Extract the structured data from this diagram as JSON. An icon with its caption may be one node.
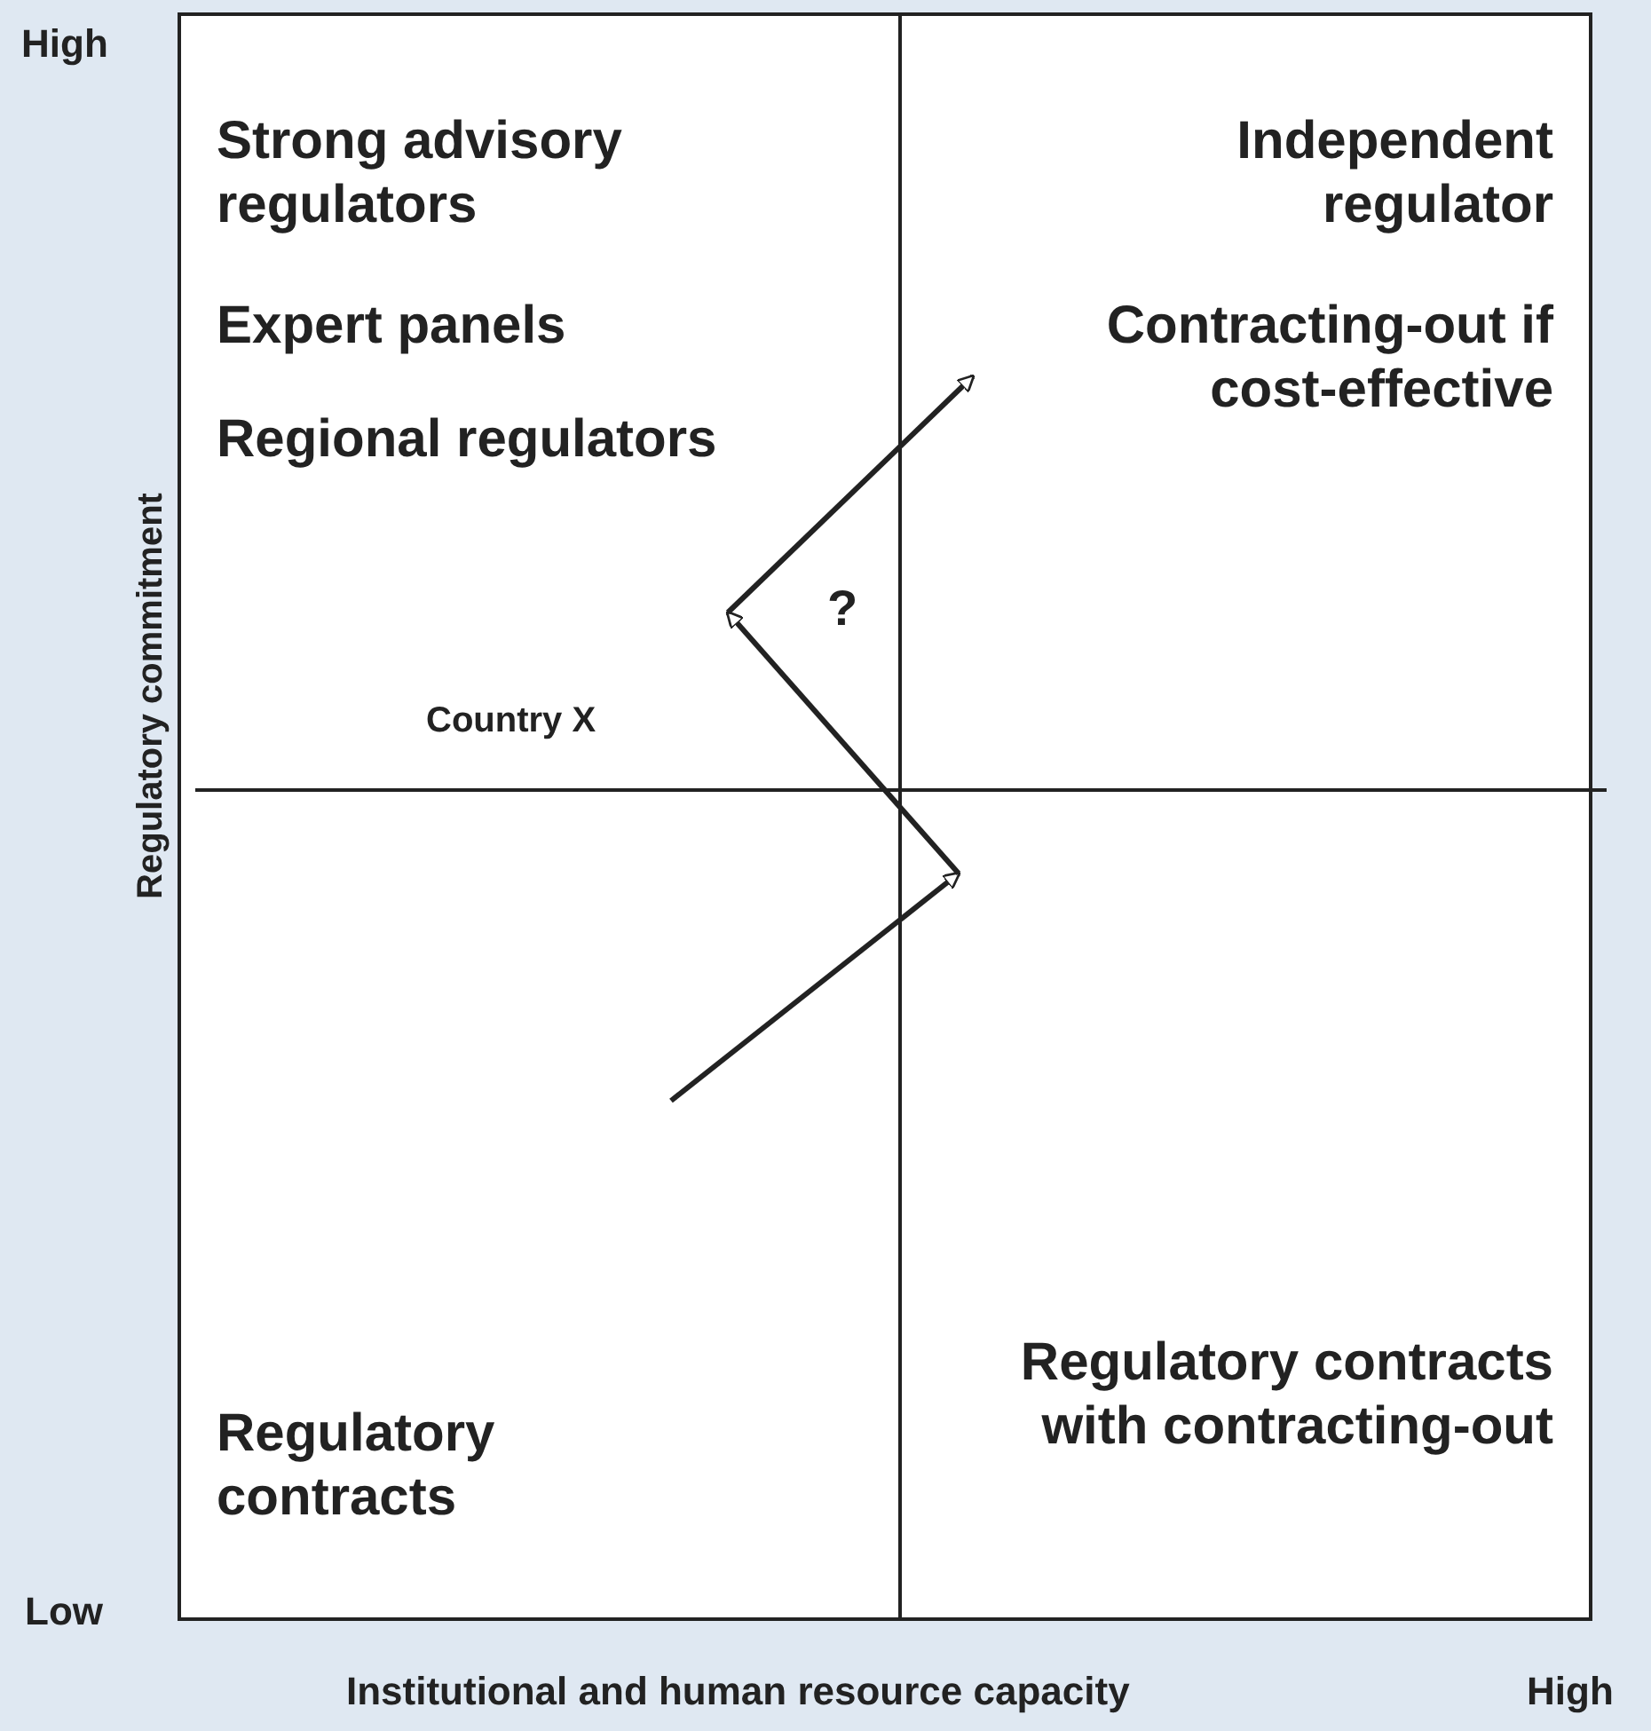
{
  "diagram": {
    "labels": [
      "High",
      "Strong advisory regulators",
      "Independent regulator",
      "Expert panels",
      "Contracting-out if cost-effective",
      "Regional regulators",
      "?",
      "Regulatory commitment",
      "Country X",
      "Regulatory contracts",
      "Regulatory contracts with contracting-out",
      "Low",
      "Institutional and human resource capacity",
      "High"
    ]
  }
}
